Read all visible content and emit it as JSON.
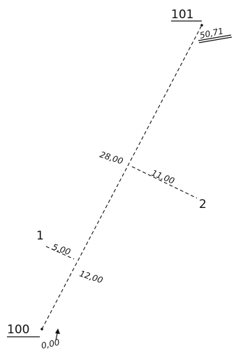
{
  "points": {
    "start": "100",
    "end": "101",
    "side_left": "1",
    "side_right": "2"
  },
  "measurements": {
    "start_chainage": "0,00",
    "end_chainage": "50,71",
    "chainage_left": "12,00",
    "offset_left": "5,00",
    "chainage_right": "28,00",
    "offset_right": "11,00"
  },
  "colors": {
    "ink": "#111111",
    "background": "#ffffff"
  }
}
